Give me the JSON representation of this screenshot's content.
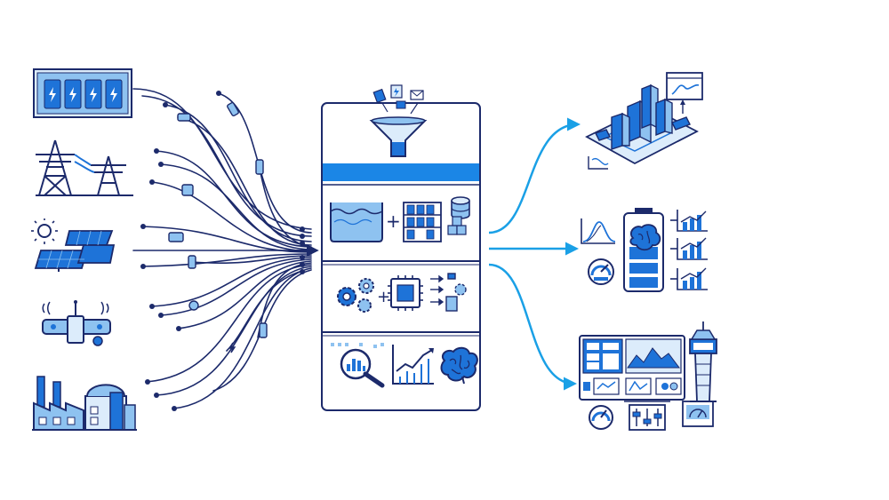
{
  "colors": {
    "navy": "#1c2a6b",
    "blue": "#1e73d8",
    "light_blue": "#8ec2f0",
    "pale_blue": "#dcecfb",
    "cyan_arrow": "#1aa0e6",
    "band_blue": "#1b86e6",
    "white": "#ffffff"
  },
  "sources": [
    {
      "id": "battery-container",
      "icon": "battery-container-icon"
    },
    {
      "id": "power-transmission-towers",
      "icon": "transmission-tower-icon"
    },
    {
      "id": "solar-farm",
      "icon": "solar-panel-icon"
    },
    {
      "id": "iot-gateway",
      "icon": "iot-sensor-icon"
    },
    {
      "id": "industrial-plant",
      "icon": "factory-icon"
    }
  ],
  "pipeline": {
    "stages": [
      {
        "id": "ingestion",
        "icon": "funnel-icon"
      },
      {
        "id": "storage",
        "icon": "data-lake-icon"
      },
      {
        "id": "processing",
        "icon": "processor-icon"
      },
      {
        "id": "analytics",
        "icon": "analytics-brain-icon"
      }
    ]
  },
  "outputs": [
    {
      "id": "smart-city",
      "icon": "smart-city-icon"
    },
    {
      "id": "battery-intelligence",
      "icon": "battery-brain-icon"
    },
    {
      "id": "control-center",
      "icon": "control-room-icon"
    }
  ]
}
